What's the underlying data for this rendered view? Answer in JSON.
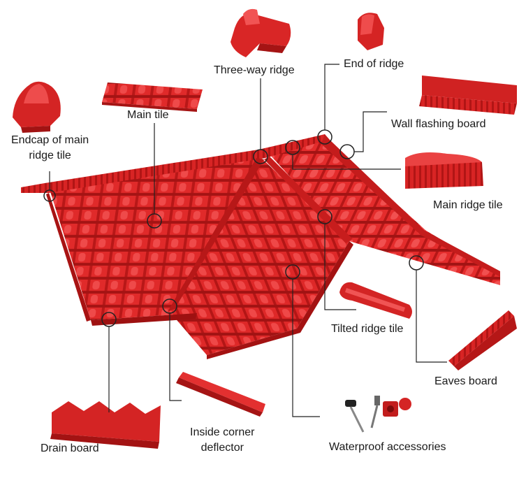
{
  "colors": {
    "tile": "#e02a2a",
    "tile_dark": "#b81818",
    "tile_light": "#f26060",
    "leader": "#222222",
    "text": "#1a1a1a"
  },
  "labels": {
    "three_way_ridge": "Three-way ridge",
    "end_of_ridge": "End of ridge",
    "endcap_line1": "Endcap of main",
    "endcap_line2": "ridge tile",
    "main_tile": "Main tile",
    "wall_flashing_board": "Wall flashing board",
    "main_ridge_tile": "Main ridge tile",
    "tilted_ridge_tile": "Tilted ridge tile",
    "eaves_board": "Eaves board",
    "drain_board": "Drain board",
    "inside_corner_line1": "Inside corner",
    "inside_corner_line2": "deflector",
    "waterproof_accessories": "Waterproof accessories"
  }
}
